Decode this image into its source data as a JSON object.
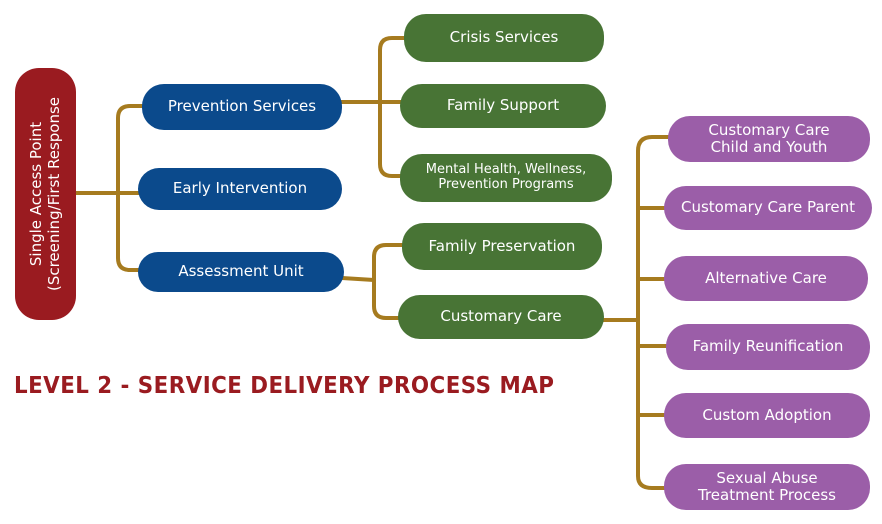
{
  "diagram": {
    "title": "LEVEL 2 - SERVICE DELIVERY PROCESS MAP",
    "colors": {
      "root": "#9a1b20",
      "level1": "#0b4a8c",
      "level2": "#487435",
      "level3": "#9b5ea8",
      "connector": "#a67b1f",
      "title": "#9a1b20"
    },
    "root": {
      "line1": "Single Access Point",
      "line2": "(Screening/First Response"
    },
    "level1": [
      {
        "label": "Prevention Services"
      },
      {
        "label": "Early Intervention"
      },
      {
        "label": "Assessment Unit"
      }
    ],
    "prevention_children": [
      {
        "label": "Crisis Services"
      },
      {
        "label": "Family Support"
      },
      {
        "line1": "Mental Health, Wellness,",
        "line2": "Prevention Programs"
      }
    ],
    "assessment_children": [
      {
        "label": "Family Preservation"
      },
      {
        "label": "Customary Care"
      }
    ],
    "customary_care_children": [
      {
        "line1": "Customary Care",
        "line2": "Child and Youth"
      },
      {
        "label": "Customary Care Parent"
      },
      {
        "label": "Alternative Care"
      },
      {
        "label": "Family Reunification"
      },
      {
        "label": "Custom Adoption"
      },
      {
        "line1": "Sexual Abuse",
        "line2": "Treatment Process"
      }
    ]
  }
}
